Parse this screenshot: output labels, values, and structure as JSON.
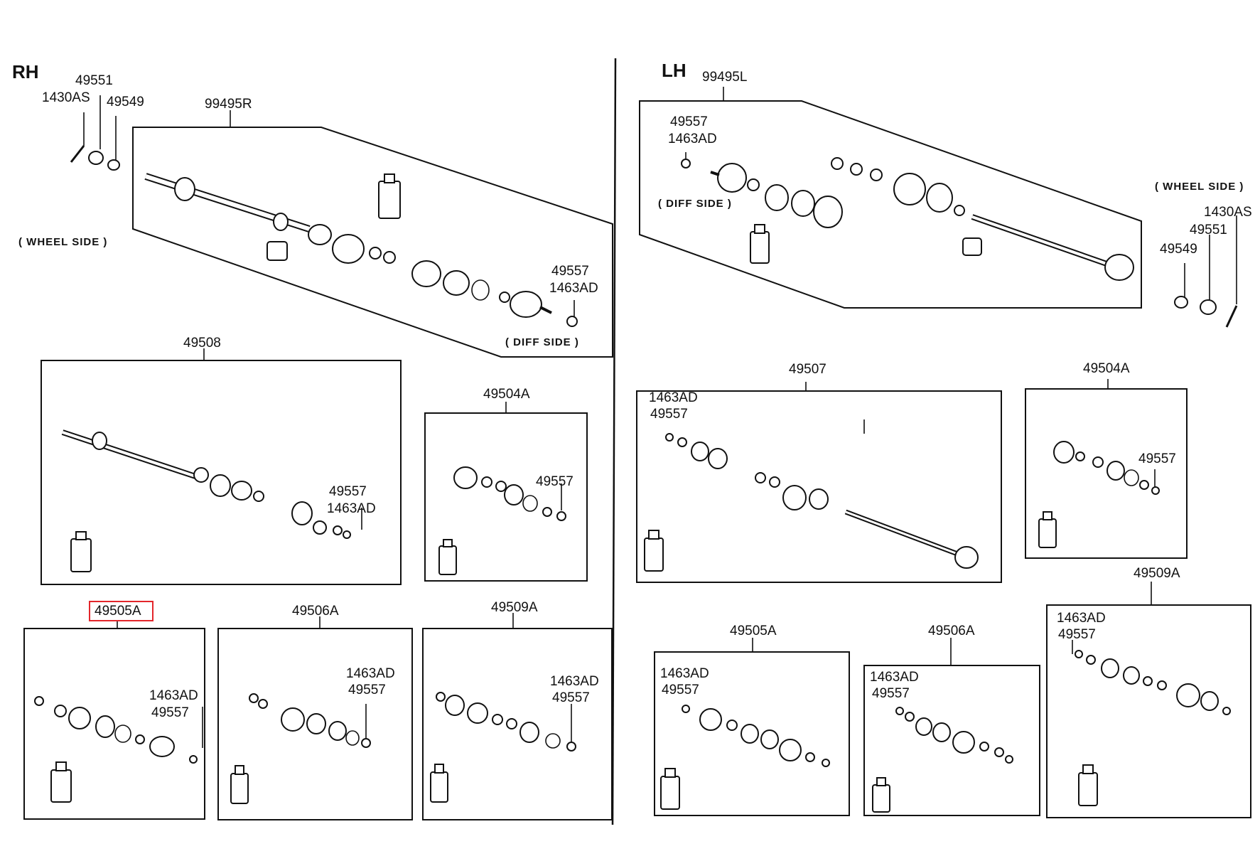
{
  "rh": {
    "title": "RH",
    "top": {
      "assembly": "99495R",
      "nut_a": "49551",
      "pin": "1430AS",
      "nut_b": "49549",
      "wheel_side": "( WHEEL SIDE )",
      "diff_side": "( DIFF SIDE )",
      "ring": "49557",
      "clip": "1463AD"
    },
    "panels": [
      {
        "code": "49508",
        "ring": "49557",
        "clip": "1463AD"
      },
      {
        "code": "49504A",
        "ring": "49557"
      },
      {
        "code": "49505A",
        "clip": "1463AD",
        "ring": "49557",
        "highlighted": true
      },
      {
        "code": "49506A",
        "clip": "1463AD",
        "ring": "49557"
      },
      {
        "code": "49509A",
        "clip": "1463AD",
        "ring": "49557"
      }
    ]
  },
  "lh": {
    "title": "LH",
    "top": {
      "assembly": "99495L",
      "ring": "49557",
      "clip": "1463AD",
      "diff_side": "( DIFF SIDE )",
      "wheel_side": "( WHEEL SIDE )",
      "pin": "1430AS",
      "nut_a": "49551",
      "nut_b": "49549"
    },
    "panels": [
      {
        "code": "49507",
        "clip": "1463AD",
        "ring": "49557"
      },
      {
        "code": "49504A",
        "ring": "49557"
      },
      {
        "code": "49509A",
        "clip": "1463AD",
        "ring": "49557"
      },
      {
        "code": "49505A",
        "clip": "1463AD",
        "ring": "49557"
      },
      {
        "code": "49506A",
        "clip": "1463AD",
        "ring": "49557"
      }
    ]
  },
  "colors": {
    "line": "#111111",
    "highlight": "#e3262b",
    "background": "#ffffff"
  }
}
